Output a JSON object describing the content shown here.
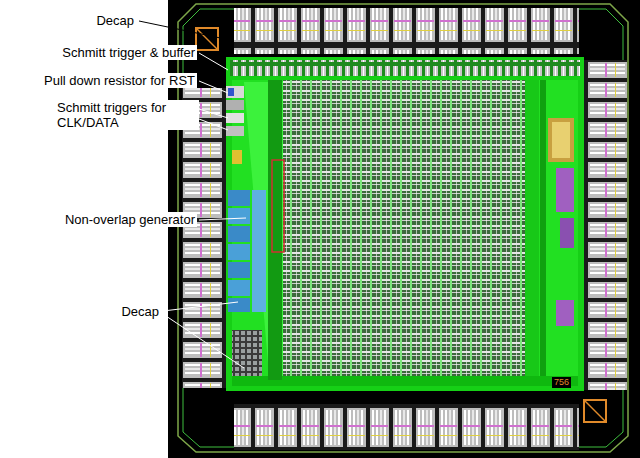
{
  "diagram": {
    "labels": [
      "Decap",
      "Schmitt trigger & buffer",
      "Pull down resistor for RST",
      "Schmitt triggers for CLK/DATA",
      "Non-overlap generator",
      "Decap",
      "756"
    ]
  }
}
